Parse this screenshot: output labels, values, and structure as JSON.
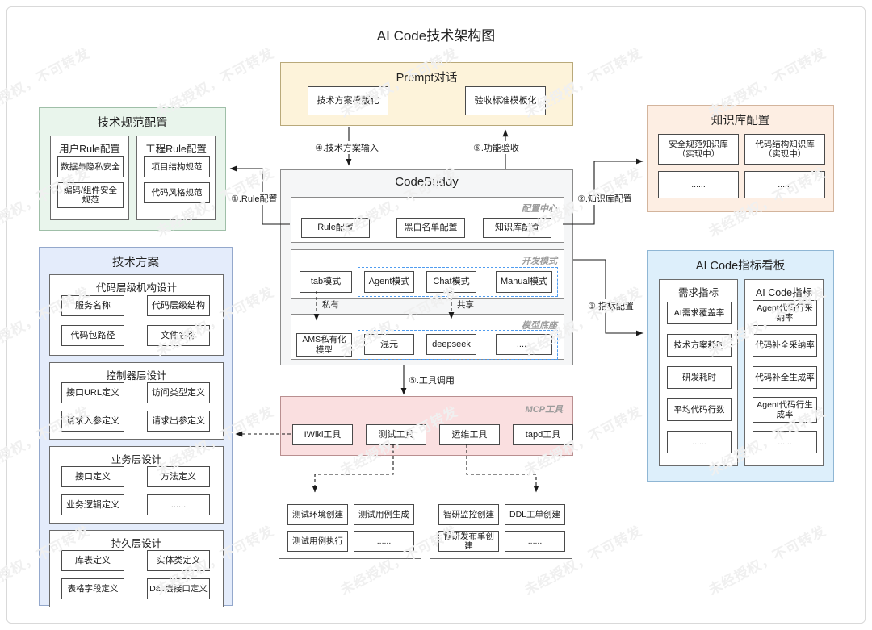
{
  "title": "AI Code技术架构图",
  "watermark": "未经授权，不可转发",
  "prompt_panel": {
    "title": "Prompt对话",
    "items": [
      "技术方案模版化",
      "验收标准模板化"
    ]
  },
  "spec_panel": {
    "title": "技术规范配置",
    "groups": [
      {
        "title": "用户Rule配置",
        "items": [
          "数据与隐私安全",
          "编码/组件安全规范"
        ]
      },
      {
        "title": "工程Rule配置",
        "items": [
          "项目结构规范",
          "代码风格规范"
        ]
      }
    ]
  },
  "kb_panel": {
    "title": "知识库配置",
    "items": [
      "安全规范知识库\n（实现中）",
      "代码结构知识库\n（实现中）",
      "......",
      "......"
    ]
  },
  "codebuddy": {
    "title": "CodeBuddy",
    "config_center": {
      "corner": "配置中心",
      "items": [
        "Rule配置",
        "黑白名单配置",
        "知识库配置"
      ]
    },
    "dev_mode": {
      "corner": "开发模式",
      "standalone": "tab模式",
      "grouped": [
        "Agent模式",
        "Chat模式",
        "Manual模式"
      ]
    },
    "model_base": {
      "corner": "模型底座",
      "standalone": "AMS私有化模型",
      "grouped": [
        "混元",
        "deepseek",
        "......"
      ]
    },
    "link_labels": {
      "private": "私有",
      "shared": "共享"
    }
  },
  "solution_panel": {
    "title": "技术方案",
    "groups": [
      {
        "title": "代码层级机构设计",
        "items": [
          "服务名称",
          "代码层级结构",
          "代码包路径",
          "文件名称"
        ]
      },
      {
        "title": "控制器层设计",
        "items": [
          "接口URL定义",
          "访问类型定义",
          "请求入参定义",
          "请求出参定义"
        ]
      },
      {
        "title": "业务层设计",
        "items": [
          "接口定义",
          "方法定义",
          "业务逻辑定义",
          "......"
        ]
      },
      {
        "title": "持久层设计",
        "items": [
          "库表定义",
          "实体类定义",
          "表格字段定义",
          "Dao层接口定义"
        ]
      }
    ]
  },
  "metrics_panel": {
    "title": "AI Code指标看板",
    "groups": [
      {
        "title": "需求指标",
        "items": [
          "AI需求覆盖率",
          "技术方案耗时",
          "研发耗时",
          "平均代码行数",
          "......"
        ]
      },
      {
        "title": "AI Code指标",
        "items": [
          "Agent代码行采纳率",
          "代码补全采纳率",
          "代码补全生成率",
          "Agent代码行生成率",
          "......"
        ]
      }
    ]
  },
  "mcp_panel": {
    "corner": "MCP工具",
    "items": [
      "IWiki工具",
      "测试工具",
      "运维工具",
      "tapd工具"
    ]
  },
  "test_panel": {
    "items": [
      "测试环境创建",
      "测试用例生成",
      "测试用例执行",
      "......"
    ]
  },
  "ops_panel": {
    "items": [
      "智研监控创建",
      "DDL工单创建",
      "智研发布单创建",
      "......"
    ]
  },
  "flows": {
    "f1": "①.Rule配置",
    "f2": "②.知识库配置",
    "f3": "③.指标配置",
    "f4": "④.技术方案输入",
    "f5": "⑤.工具调用",
    "f6": "⑥.功能验收"
  },
  "colors": {
    "prompt": "#fdf3da",
    "spec": "#e9f5ec",
    "kb": "#fdeee3",
    "solution": "#e4ecfb",
    "metrics": "#ddeffb",
    "mcp": "#fadfe0",
    "codebuddy": "#f5f6f7"
  }
}
